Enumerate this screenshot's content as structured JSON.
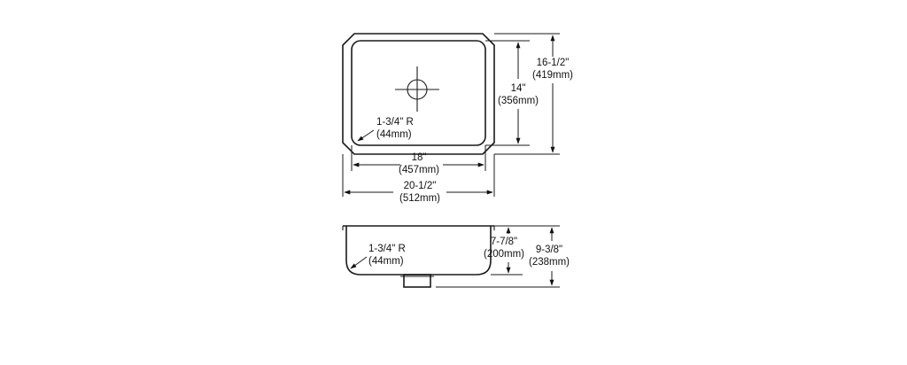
{
  "top_view": {
    "inner_width_in": "18\"",
    "inner_width_mm": "(457mm)",
    "overall_width_in": "20-1/2\"",
    "overall_width_mm": "(512mm)",
    "inner_length_in": "14\"",
    "inner_length_mm": "(356mm)",
    "overall_length_in": "16-1/2\"",
    "overall_length_mm": "(419mm)",
    "radius_in": "1-3/4\" R",
    "radius_mm": "(44mm)"
  },
  "side_view": {
    "radius_in": "1-3/4\" R",
    "radius_mm": "(44mm)",
    "bowl_depth_in": "7-7/8\"",
    "bowl_depth_mm": "(200mm)",
    "overall_depth_in": "9-3/8\"",
    "overall_depth_mm": "(238mm)"
  }
}
